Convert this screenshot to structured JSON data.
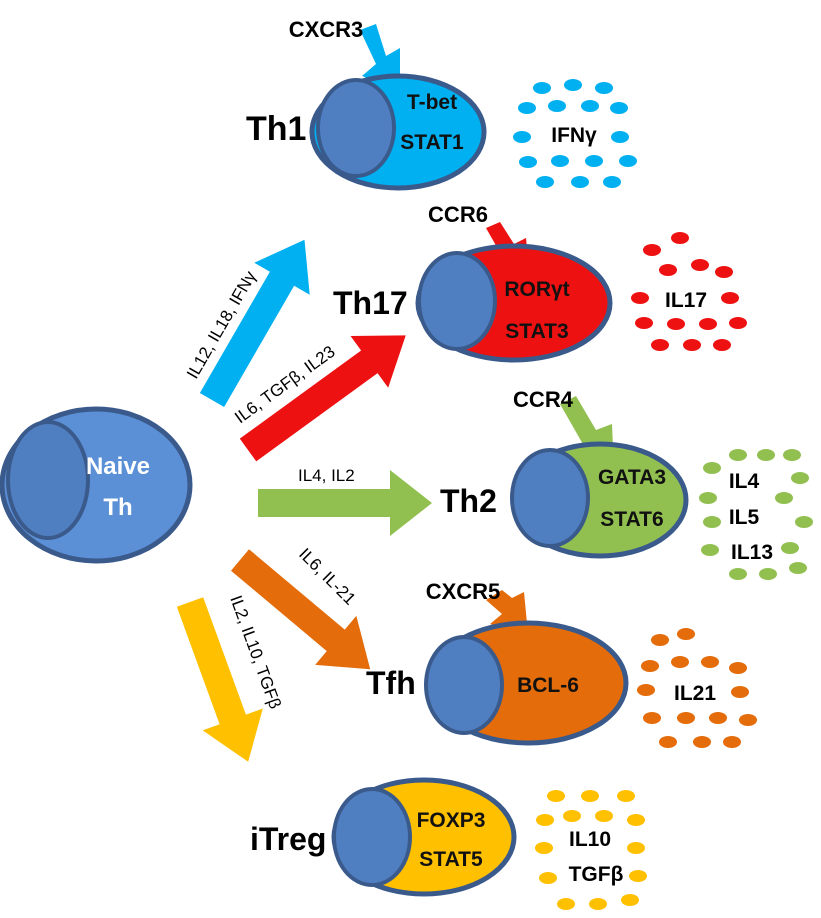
{
  "colors": {
    "cell_border": "#3a5a8c",
    "nucleus": "#4f7fc1",
    "naive": "#5b8fd6",
    "th1": "#00b0f0",
    "th17": "#ee1111",
    "th2": "#92c050",
    "tfh": "#e46c0a",
    "itreg": "#ffc000"
  },
  "naive": {
    "line1": "Naive",
    "line2": "Th"
  },
  "paths": {
    "th1": {
      "label": "IL12, IL18, IFNγ"
    },
    "th17": {
      "label": "IL6, TGFβ, IL23"
    },
    "th2": {
      "label": "IL4, IL2"
    },
    "tfh": {
      "label": "IL6, IL-21"
    },
    "itreg": {
      "label": "IL2, IL10, TGFβ"
    }
  },
  "cells": {
    "th1": {
      "name": "Th1",
      "receptor": "CXCR3",
      "factors": [
        "T-bet",
        "STAT1"
      ],
      "cytokines": [
        "IFNγ"
      ]
    },
    "th17": {
      "name": "Th17",
      "receptor": "CCR6",
      "factors": [
        "RORγt",
        "STAT3"
      ],
      "cytokines": [
        "IL17"
      ]
    },
    "th2": {
      "name": "Th2",
      "receptor": "CCR4",
      "factors": [
        "GATA3",
        "STAT6"
      ],
      "cytokines": [
        "IL4",
        "IL5",
        "IL13"
      ]
    },
    "tfh": {
      "name": "Tfh",
      "receptor": "CXCR5",
      "factors": [
        "BCL-6"
      ],
      "cytokines": [
        "IL21"
      ]
    },
    "itreg": {
      "name": "iTreg",
      "receptor": "",
      "factors": [
        "FOXP3",
        "STAT5"
      ],
      "cytokines": [
        "IL10",
        "TGFβ"
      ]
    }
  }
}
